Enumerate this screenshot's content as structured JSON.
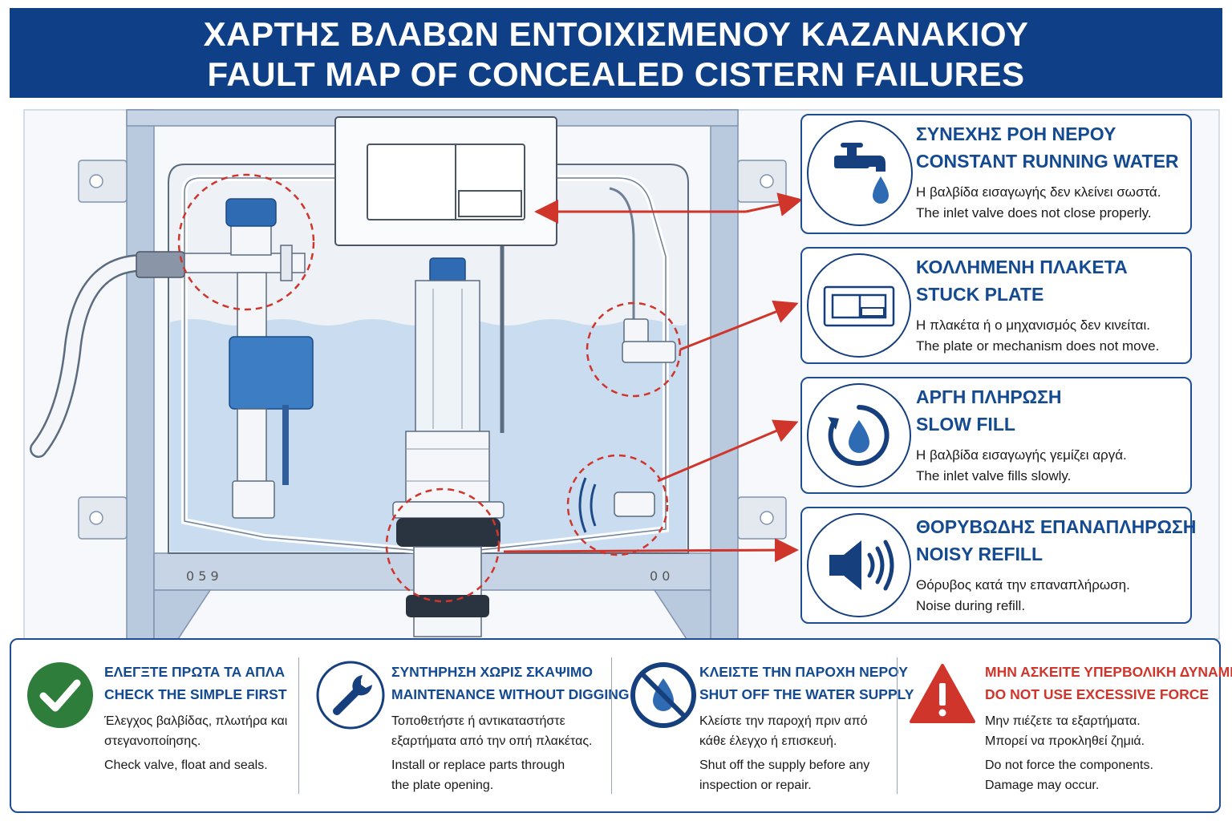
{
  "title": {
    "greek": "ΧΑΡΤΗΣ ΒΛΑΒΩΝ ΕΝΤΟΙΧΙΣΜΕΝΟΥ ΚΑΖΑΝΑΚΙΟΥ",
    "english": "FAULT MAP OF CONCEALED CISTERN FAILURES"
  },
  "colors": {
    "primary": "#0f3f86",
    "accent_red": "#d0352b",
    "success_green": "#2e7d3a",
    "water": "#c9dcf0"
  },
  "frame_marks": {
    "left": "0 5 9",
    "right": "0 0"
  },
  "faults": [
    {
      "icon": "faucet-drop-icon",
      "title_greek": "ΣΥΝΕΧΗΣ ΡΟΗ ΝΕΡΟΥ",
      "title_english": "CONSTANT RUNNING WATER",
      "desc_greek": "Η βαλβίδα εισαγωγής δεν κλείνει σωστά.",
      "desc_english": "The inlet valve does not close properly."
    },
    {
      "icon": "flush-plate-icon",
      "title_greek": "ΚΟΛΛΗΜΕΝΗ ΠΛΑΚΕΤΑ",
      "title_english": "STUCK PLATE",
      "desc_greek": "Η πλακέτα ή ο μηχανισμός δεν κινείται.",
      "desc_english": "The plate or mechanism does not move."
    },
    {
      "icon": "slow-fill-drop-icon",
      "title_greek": "ΑΡΓΗ ΠΛΗΡΩΣΗ",
      "title_english": "SLOW FILL",
      "desc_greek": "Η βαλβίδα εισαγωγής γεμίζει αργά.",
      "desc_english": "The inlet valve fills slowly."
    },
    {
      "icon": "speaker-icon",
      "title_greek": "ΘΟΡΥΒΩΔΗΣ ΕΠΑΝΑΠΛΗΡΩΣΗ",
      "title_english": "NOISY REFILL",
      "desc_greek": "Θόρυβος κατά την επαναπλήρωση.",
      "desc_english": "Noise during refill."
    }
  ],
  "tips": [
    {
      "icon": "check-icon",
      "title_greek": "ΕΛΕΓΞΤΕ ΠΡΩΤΑ ΤΑ ΑΠΛΑ",
      "title_english": "CHECK THE SIMPLE FIRST",
      "desc_greek": [
        "Έλεγχος βαλβίδας, πλωτήρα και",
        "στεγανοποίησης."
      ],
      "desc_english": [
        "Check valve, float and seals."
      ]
    },
    {
      "icon": "wrench-icon",
      "title_greek": "ΣΥΝΤΗΡΗΣΗ ΧΩΡΙΣ ΣΚΑΨΙΜΟ",
      "title_english": "MAINTENANCE WITHOUT DIGGING",
      "desc_greek": [
        "Τοποθετήστε ή αντικαταστήστε",
        "εξαρτήματα από την οπή πλακέτας."
      ],
      "desc_english": [
        "Install or replace parts through",
        "the plate opening."
      ]
    },
    {
      "icon": "no-water-icon",
      "title_greek": "ΚΛΕΙΣΤΕ ΤΗΝ ΠΑΡΟΧΗ ΝΕΡΟΥ",
      "title_english": "SHUT OFF THE WATER SUPPLY",
      "desc_greek": [
        "Κλείστε την παροχή πριν από",
        "κάθε έλεγχο ή επισκευή."
      ],
      "desc_english": [
        "Shut off the supply before any",
        "inspection or repair."
      ]
    },
    {
      "icon": "warning-icon",
      "title_greek": "ΜΗΝ ΑΣΚΕΙΤΕ ΥΠΕΡΒΟΛΙΚΗ ΔΥΝΑΜΗ",
      "title_english": "DO NOT USE EXCESSIVE FORCE",
      "desc_greek": [
        "Μην πιέζετε τα εξαρτήματα.",
        "Μπορεί να προκληθεί ζημιά."
      ],
      "desc_english": [
        "Do not force the components.",
        "Damage may occur."
      ]
    }
  ]
}
